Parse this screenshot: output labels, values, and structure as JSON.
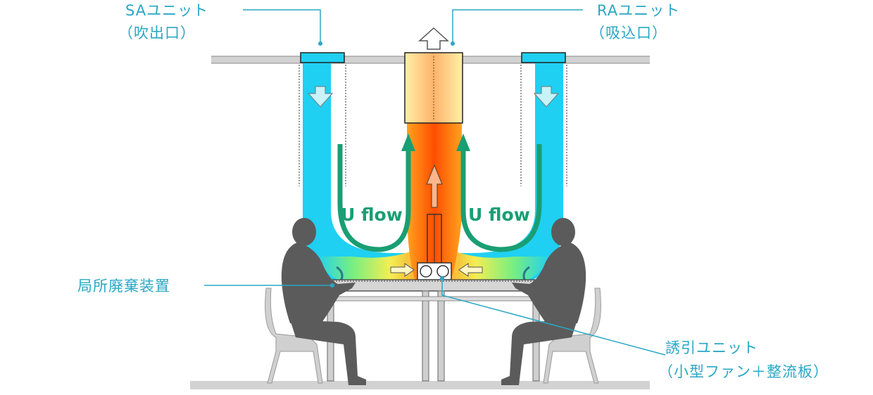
{
  "labels": {
    "sa_unit": "SAユニット",
    "sa_unit_sub": "（吹出口）",
    "ra_unit": "RAユニット",
    "ra_unit_sub": "（吸込口）",
    "local_exhaust": "局所廃棄装置",
    "induction_unit": "誘引ユニット",
    "induction_unit_sub": "（小型ファン＋整流板）",
    "flow_left": "U flow",
    "flow_right": "U flow"
  },
  "colors": {
    "label": "#2aa7c4",
    "supply_air": "#1fd0f2",
    "flow_arrow": "#1a9e73",
    "exhaust_hot": "#ff5a00",
    "exhaust_warm": "#ffa21f",
    "person": "#5b5b5b",
    "ceiling": "#cfcfcf"
  }
}
